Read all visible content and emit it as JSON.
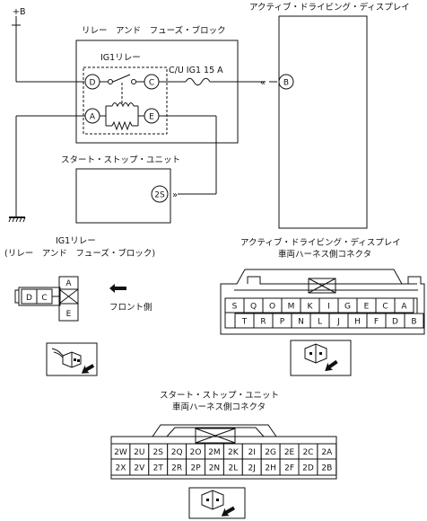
{
  "wiring": {
    "power_label": "+B",
    "relay_fuse_block": "リレー　アンド　フューズ・ブロック",
    "ig1_relay": "IG1リレー",
    "fuse_label": "C/U IG1 15 A",
    "display_unit": "アクティブ・ドライビング・ディスプレイ",
    "start_stop_unit": "スタート・ストップ・ユニット",
    "terminals": {
      "D": "D",
      "C": "C",
      "A": "A",
      "E": "E",
      "B": "B",
      "S2": "2S"
    }
  },
  "relay_detail": {
    "title_line1": "IG1リレー",
    "title_line2": "(リレー　アンド　フューズ・ブロック)",
    "pins_left": [
      "D",
      "C"
    ],
    "pins_right": [
      "A",
      "E"
    ],
    "front_label": "フロント側"
  },
  "display_connector": {
    "title_line1": "アクティブ・ドライビング・ディスプレイ",
    "title_line2": "車両ハーネス側コネクタ",
    "row1": [
      "S",
      "Q",
      "O",
      "M",
      "K",
      "I",
      "G",
      "E",
      "C",
      "A"
    ],
    "row2": [
      "T",
      "R",
      "P",
      "N",
      "L",
      "J",
      "H",
      "F",
      "D",
      "B"
    ]
  },
  "ssu_connector": {
    "title_line1": "スタート・ストップ・ユニット",
    "title_line2": "車両ハーネス側コネクタ",
    "row1": [
      "2W",
      "2U",
      "2S",
      "2Q",
      "2O",
      "2M",
      "2K",
      "2I",
      "2G",
      "2E",
      "2C",
      "2A"
    ],
    "row2": [
      "2X",
      "2V",
      "2T",
      "2R",
      "2P",
      "2N",
      "2L",
      "2J",
      "2H",
      "2F",
      "2D",
      "2B"
    ]
  }
}
